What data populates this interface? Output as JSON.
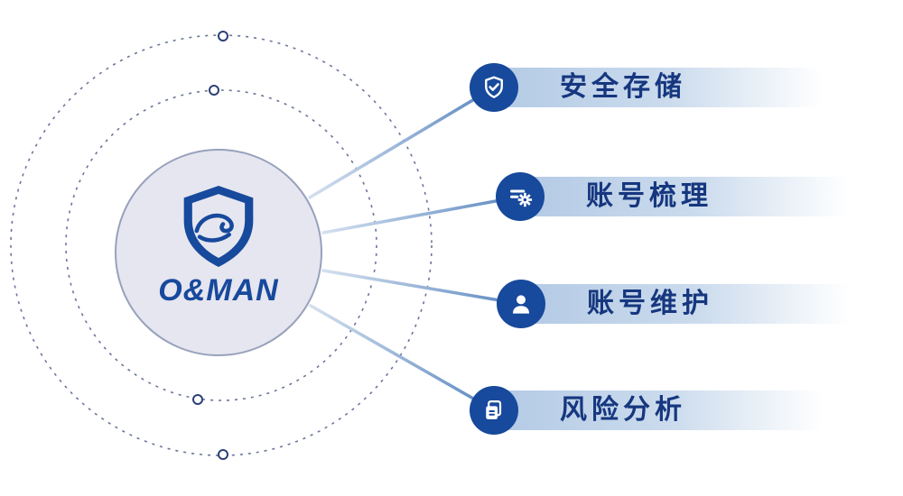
{
  "brand": {
    "name": "O&MAN"
  },
  "features": [
    {
      "label": "安全存储",
      "icon": "shield-check-icon"
    },
    {
      "label": "账号梳理",
      "icon": "account-list-gear-icon"
    },
    {
      "label": "账号维护",
      "icon": "user-icon"
    },
    {
      "label": "风险分析",
      "icon": "documents-icon"
    }
  ],
  "colors": {
    "primary_blue": "#17499c",
    "label_text": "#16377f",
    "bar_gradient_start": "#b3cae5",
    "center_circle_fill": "#e6e6f0",
    "center_circle_border": "#98a1bc",
    "dashed_ring": "#6b7699",
    "connector_start": "#d4e0ef",
    "connector_end": "#5b88c0"
  }
}
